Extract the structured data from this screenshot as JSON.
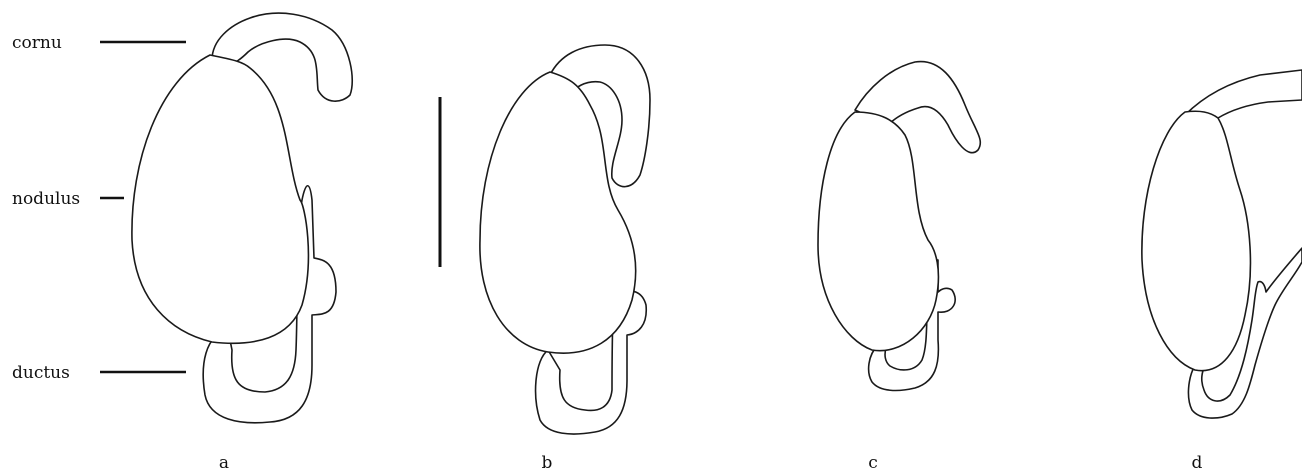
{
  "part_labels": {
    "cornu": "cornu",
    "nodulus": "nodulus",
    "ductus": "ductus"
  },
  "panel_labels": {
    "a": "a",
    "b": "b",
    "c": "c",
    "d": "d"
  }
}
